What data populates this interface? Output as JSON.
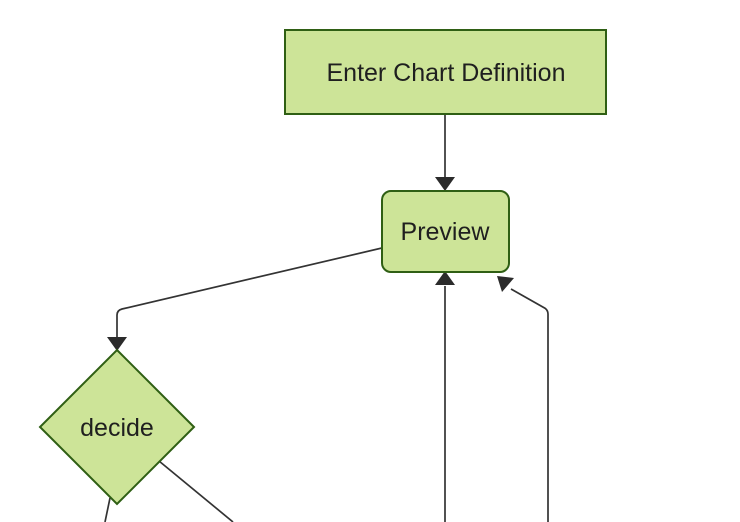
{
  "diagram": {
    "type": "flowchart",
    "direction": "top-down",
    "background_color": "#ffffff",
    "theme": {
      "node_fill": "#cde498",
      "node_border": "#2f5f14",
      "edge_color": "#333333",
      "arrowhead_color": "#2b2b2b",
      "label_color": "#1f1f1f",
      "background_color": "#ffffff"
    },
    "nodes": [
      {
        "id": "enter_chart_definition",
        "label": "Enter Chart Definition",
        "shape": "rectangle"
      },
      {
        "id": "preview",
        "label": "Preview",
        "shape": "rounded-rectangle"
      },
      {
        "id": "decide",
        "label": "decide",
        "shape": "diamond"
      }
    ],
    "edges": [
      {
        "from": "enter_chart_definition",
        "to": "preview",
        "style": "arrow"
      },
      {
        "from": "preview",
        "to": "decide",
        "style": "arrow"
      },
      {
        "from": "offscreen-bottom-center",
        "to": "preview",
        "style": "arrow"
      },
      {
        "from": "offscreen-bottom-right",
        "to": "preview",
        "style": "arrow"
      },
      {
        "from": "decide",
        "to": "offscreen-bottom-left",
        "style": "line"
      },
      {
        "from": "decide",
        "to": "offscreen-bottom-right",
        "style": "line"
      }
    ]
  }
}
